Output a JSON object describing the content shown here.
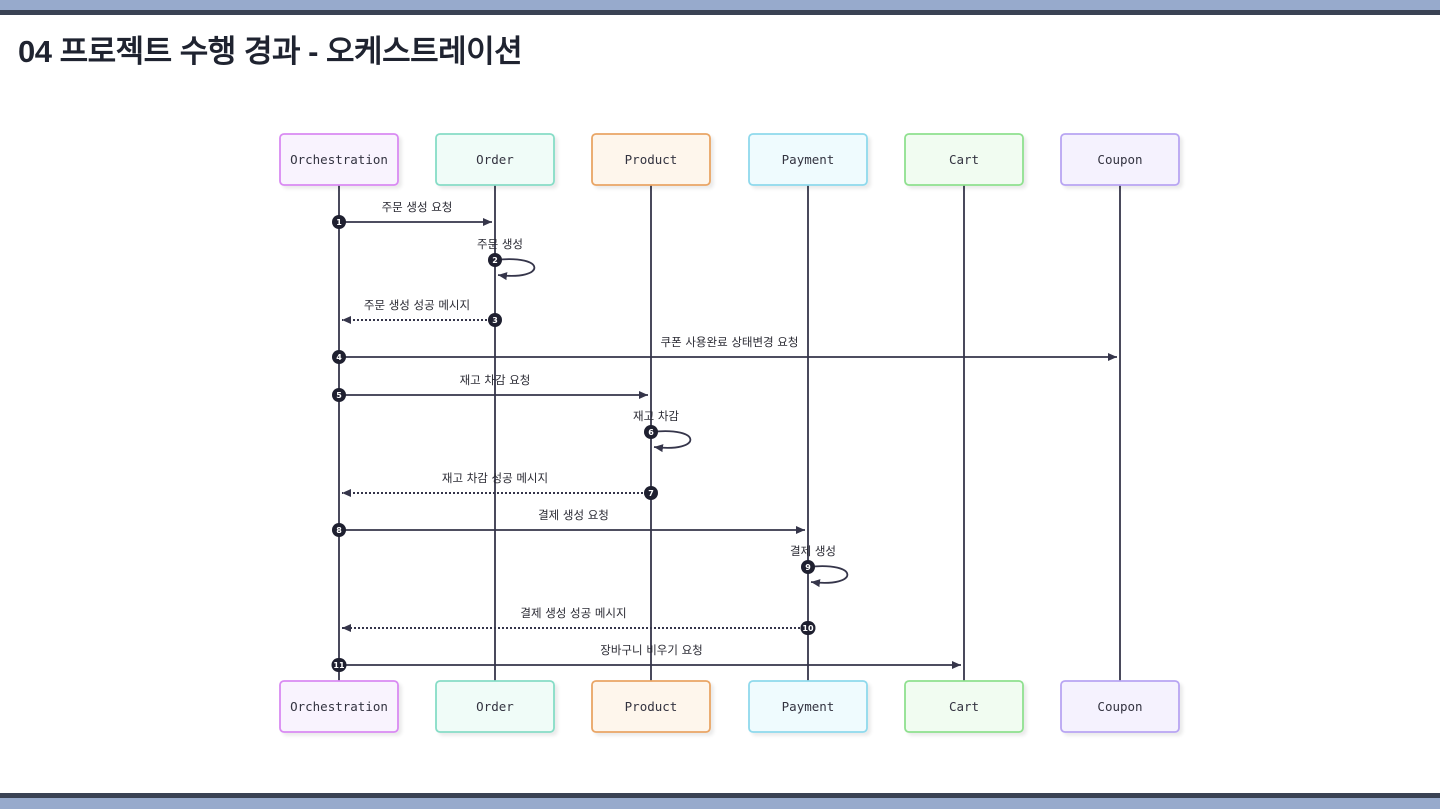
{
  "header": {
    "title": "04 프로젝트 수행 경과 - 오케스트레이션"
  },
  "theme": {
    "top_bar_light": "#97aacc",
    "top_bar_dark": "#3a4254",
    "line_color": "#35354a"
  },
  "diagram": {
    "type": "sequence",
    "actors": [
      {
        "id": "orchestration",
        "label": "Orchestration",
        "border": "#d98af2",
        "fill": "#f9f3fe"
      },
      {
        "id": "order",
        "label": "Order",
        "border": "#86dcc6",
        "fill": "#f0fcf8"
      },
      {
        "id": "product",
        "label": "Product",
        "border": "#e9a565",
        "fill": "#fef6ec"
      },
      {
        "id": "payment",
        "label": "Payment",
        "border": "#8fd9ec",
        "fill": "#effbfe"
      },
      {
        "id": "cart",
        "label": "Cart",
        "border": "#8fe08f",
        "fill": "#f1fcf1"
      },
      {
        "id": "coupon",
        "label": "Coupon",
        "border": "#b8a5f2",
        "fill": "#f5f2fe"
      }
    ],
    "messages": [
      {
        "num": "1",
        "from": "orchestration",
        "to": "order",
        "label": "주문 생성 요청",
        "style": "solid"
      },
      {
        "num": "2",
        "from": "order",
        "to": "order",
        "label": "주문 생성",
        "style": "self"
      },
      {
        "num": "3",
        "from": "order",
        "to": "orchestration",
        "label": "주문 생성 성공 메시지",
        "style": "dotted"
      },
      {
        "num": "4",
        "from": "orchestration",
        "to": "coupon",
        "label": "쿠폰 사용완료 상태변경 요청",
        "style": "solid"
      },
      {
        "num": "5",
        "from": "orchestration",
        "to": "product",
        "label": "재고 차감 요청",
        "style": "solid"
      },
      {
        "num": "6",
        "from": "product",
        "to": "product",
        "label": "재고 차감",
        "style": "self"
      },
      {
        "num": "7",
        "from": "product",
        "to": "orchestration",
        "label": "재고 차감 성공 메시지",
        "style": "dotted"
      },
      {
        "num": "8",
        "from": "orchestration",
        "to": "payment",
        "label": "결제 생성 요청",
        "style": "solid"
      },
      {
        "num": "9",
        "from": "payment",
        "to": "payment",
        "label": "결제 생성",
        "style": "self"
      },
      {
        "num": "10",
        "from": "payment",
        "to": "orchestration",
        "label": "결제 생성 성공 메시지",
        "style": "dotted"
      },
      {
        "num": "11",
        "from": "orchestration",
        "to": "cart",
        "label": "장바구니 비우기 요청",
        "style": "solid"
      }
    ]
  }
}
